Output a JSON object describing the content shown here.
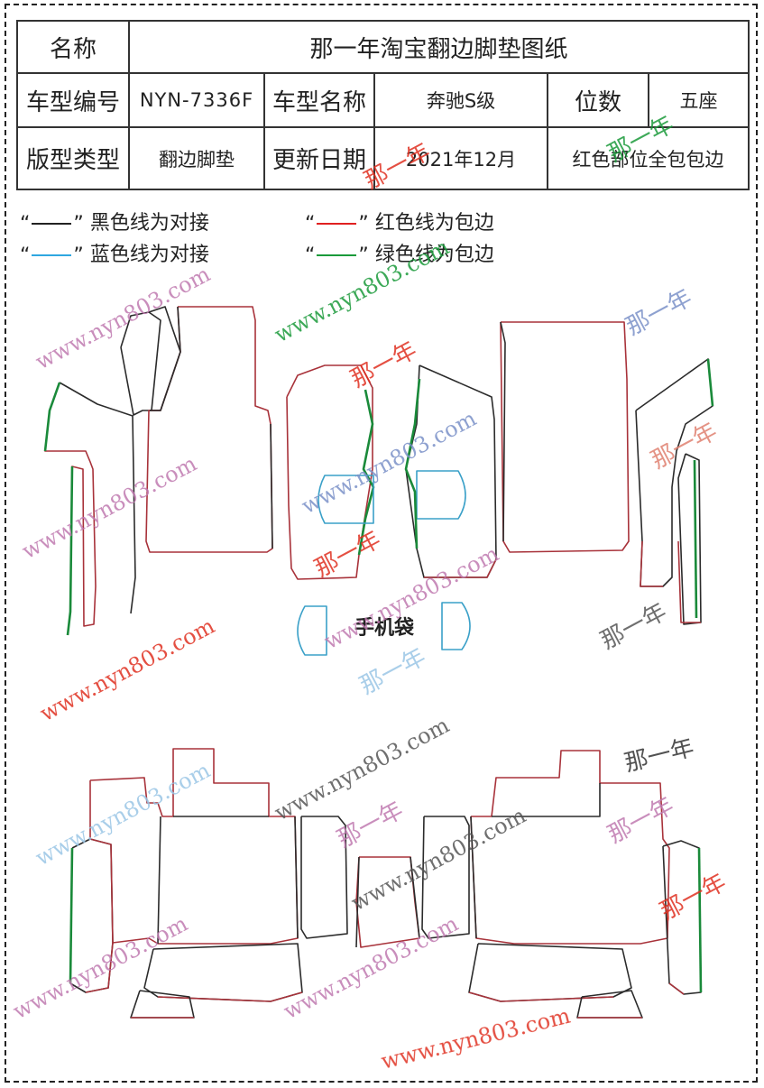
{
  "header": {
    "name_label": "名称",
    "title": "那一年淘宝翻边脚垫图纸",
    "model_code_label": "车型编号",
    "model_code": "NYN-7336F",
    "model_name_label": "车型名称",
    "model_name": "奔驰S级",
    "seats_label": "位数",
    "seats": "五座",
    "pattern_type_label": "版型类型",
    "pattern_type": "翻边脚垫",
    "update_date_label": "更新日期",
    "update_date": "2021年12月",
    "note": "红色部位全包包边"
  },
  "legend": [
    {
      "text": "黑色线为对接",
      "color": "#222222"
    },
    {
      "text": "红色线为包边",
      "color": "#e02020"
    },
    {
      "text": "蓝色线为对接",
      "color": "#2ea7e0"
    },
    {
      "text": "绿色线为包边",
      "color": "#1a9a3a"
    }
  ],
  "quote_open": "“",
  "quote_close": "”",
  "phone_bag_label": "手机袋",
  "watermarks": {
    "site": "www.nyn803.com",
    "brand": "那一年"
  },
  "colors": {
    "black_line": "#2b2b2b",
    "red_line": "#a8323a",
    "blue_line": "#3aa0c8",
    "green_line": "#1a8a3a"
  }
}
